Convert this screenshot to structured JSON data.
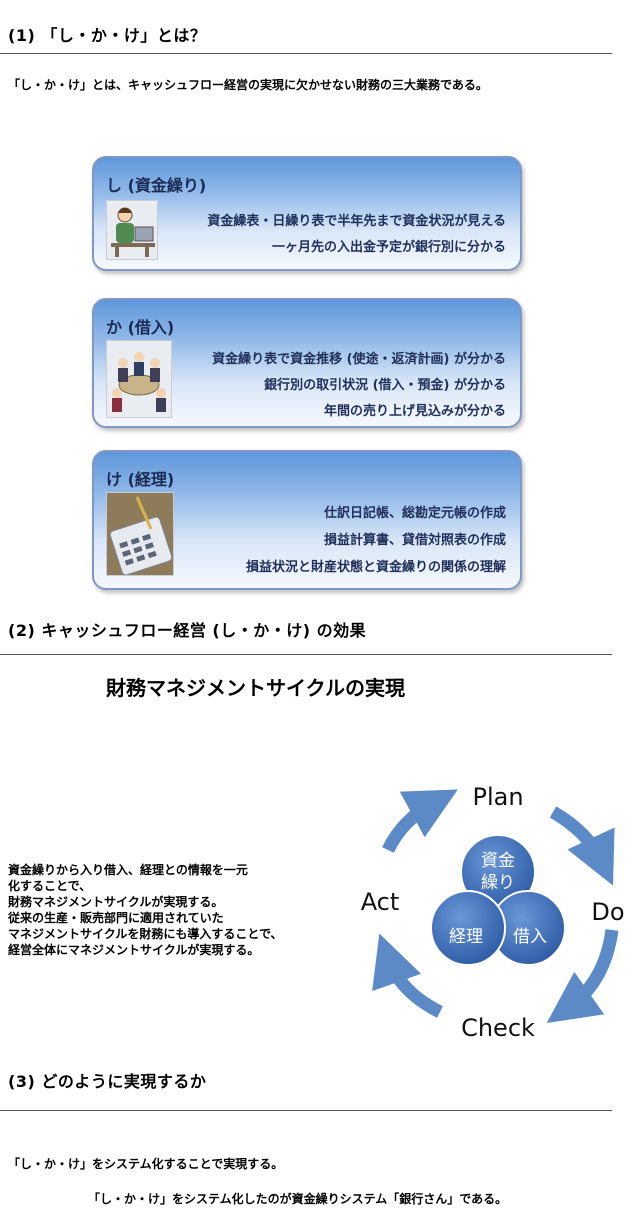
{
  "section1": {
    "heading": "(1) 「し・か・け」とは？",
    "intro": "「し・か・け」とは、キャッシュフロー経営の実現に欠かせない財務の三大業務である。"
  },
  "cards": [
    {
      "title": "し (資金繰り)",
      "icon": "office-worker-illustration",
      "lines": [
        "資金繰表・日繰り表で半年先まで資金状況が見える",
        "一ヶ月先の入出金予定が銀行別に分かる"
      ]
    },
    {
      "title": "か (借入)",
      "icon": "meeting-illustration",
      "lines": [
        "資金繰り表で資金推移 (使途・返済計画) が分かる",
        "銀行別の取引状況 (借入・預金) が分かる",
        "年間の売り上げ見込みが分かる"
      ]
    },
    {
      "title": "け (経理)",
      "icon": "calculator-photo",
      "lines": [
        "仕訳日記帳、総勘定元帳の作成",
        "損益計算書、貸借対照表の作成",
        "損益状況と財産状態と資金繰りの関係の理解"
      ]
    }
  ],
  "section2": {
    "heading": "(2) キャッシュフロー経営 (し・か・け) の効果",
    "cycle_title": "財務マネジメントサイクルの実現",
    "description": [
      "資金繰りから入り借入、経理との情報を一元",
      "化することで、",
      "財務マネジメントサイクルが実現する。",
      "従来の生産・販売部門に適用されていた",
      "マネジメントサイクルを財務にも導入することで、",
      "経営全体にマネジメントサイクルが実現する。"
    ],
    "cycle": {
      "plan": "Plan",
      "do": "Do",
      "check": "Check",
      "act": "Act",
      "center_top": [
        "資金",
        "繰り"
      ],
      "center_left": "経理",
      "center_right": "借入",
      "arrow_color": "#5b8ac6",
      "circle_color": "#3a6ab5"
    }
  },
  "section3": {
    "heading": "(3) どのように実現するか",
    "line1": "「し・か・け」をシステム化することで実現する。",
    "line2": "「し・か・け」をシステム化したのが資金繰りシステム「銀行さん」である。"
  }
}
